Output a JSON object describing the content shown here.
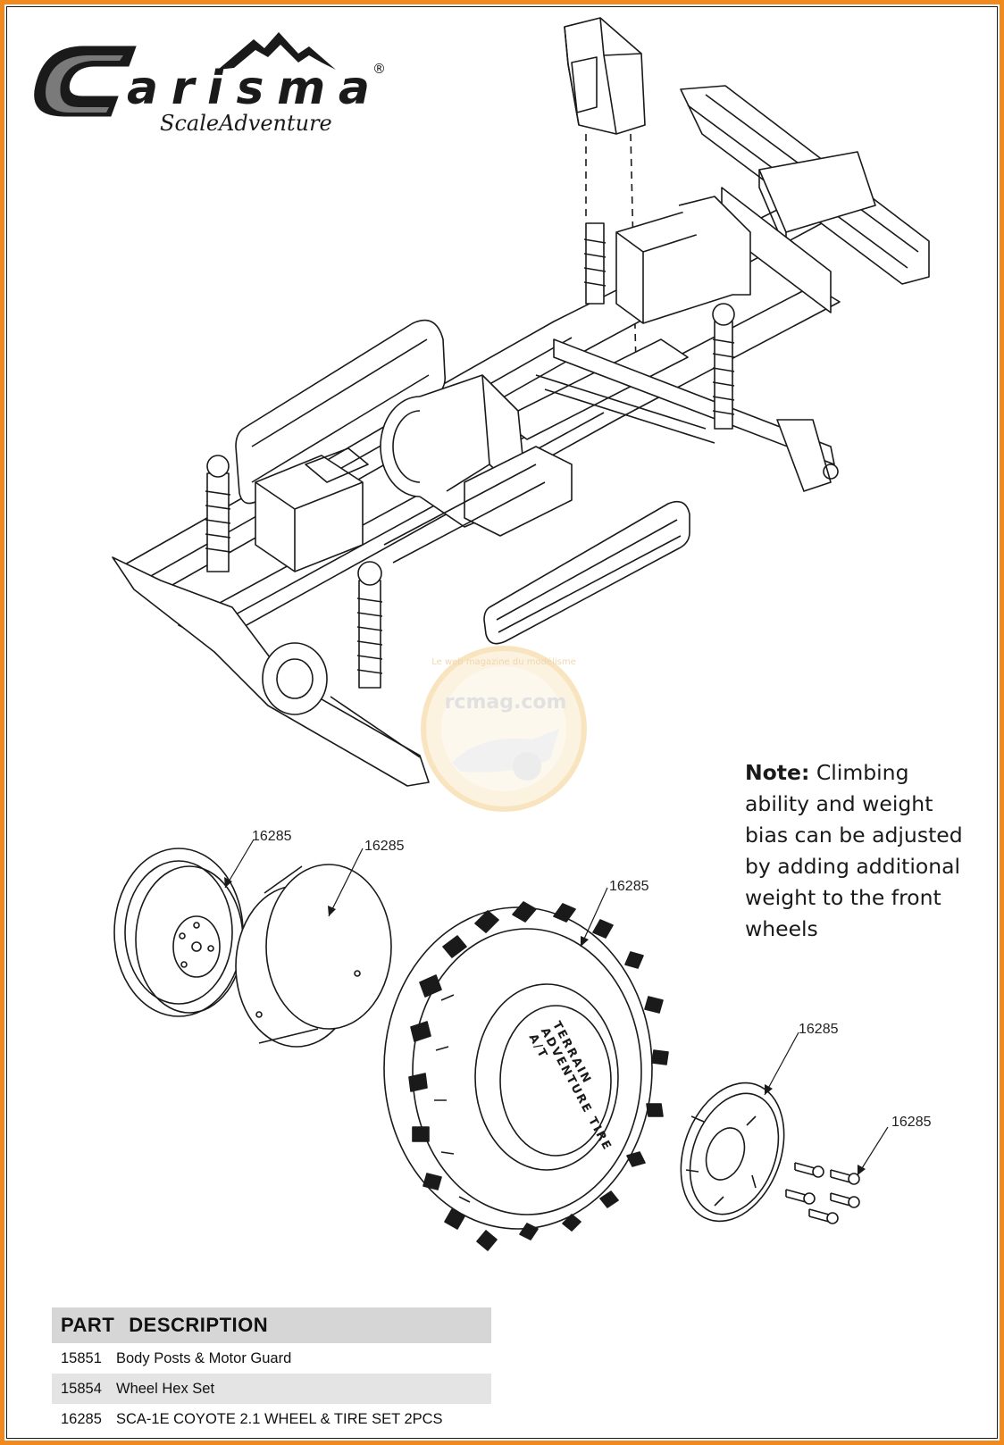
{
  "brand": {
    "name": "Carisma",
    "registered_mark": "®",
    "tagline": "ScaleAdventure"
  },
  "note": {
    "label": "Note:",
    "lines": [
      "Climbing",
      "ability and weight",
      "bias can be adjusted",
      "by adding additional",
      "weight to the front",
      "wheels"
    ]
  },
  "callouts": [
    "16285",
    "16285",
    "16285",
    "16285",
    "16285"
  ],
  "tire_sidewall_text": "TERRAIN ADVENTURE TIRE A/T",
  "watermark": {
    "site": "rcmag.com",
    "ring_text": "Le web magazine du modélisme"
  },
  "parts_table": {
    "header_part": "PART",
    "header_description": "DESCRIPTION",
    "rows": [
      {
        "part": "15851",
        "description": "Body Posts & Motor Guard"
      },
      {
        "part": "15854",
        "description": "Wheel Hex Set"
      },
      {
        "part": "16285",
        "description": "SCA-1E COYOTE 2.1 WHEEL & TIRE SET 2PCS"
      }
    ]
  },
  "colors": {
    "frame_orange": "#f08a1e",
    "table_header_gray": "#d6d6d6",
    "line_art": "#1a1a1a"
  }
}
